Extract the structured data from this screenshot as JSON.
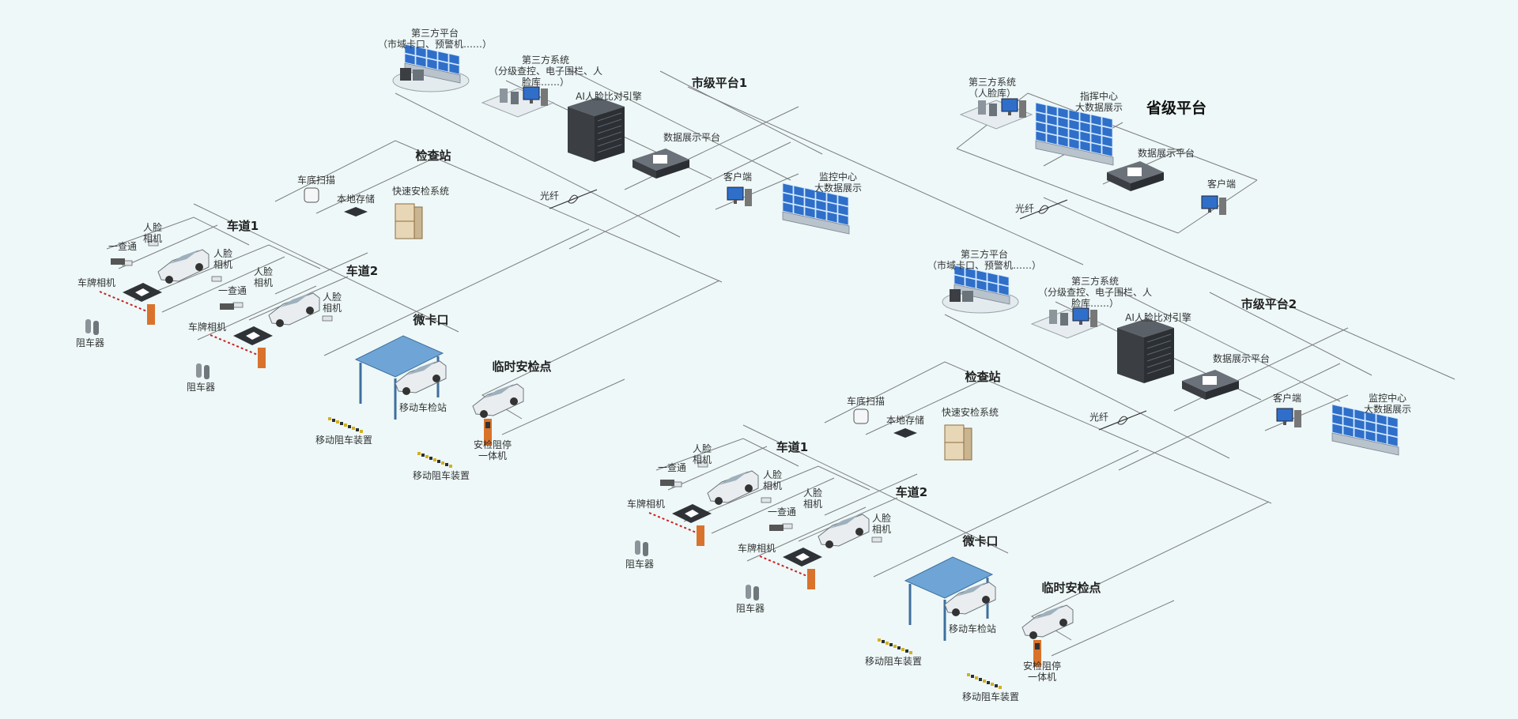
{
  "colors": {
    "background": "#eef8f8",
    "line": "#7d7d7d",
    "screen": "#2f6fc9",
    "server": "#3b3f44",
    "barrier": "#d9732b",
    "tent": "#6fa4d6"
  },
  "diagram": {
    "province": {
      "title": "省级平台",
      "third_party_system": [
        "第三方系统",
        "（人脸库）"
      ],
      "command_center": [
        "指挥中心",
        "大数据展示"
      ],
      "data_display": "数据展示平台",
      "client": "客户端",
      "fiber": "光纤"
    },
    "cities": [
      {
        "title": "市级平台1",
        "third_party_platform": [
          "第三方平台",
          "（市域卡口、预警机……）"
        ],
        "third_party_system": [
          "第三方系统",
          "（分级查控、电子围栏、人",
          "脸库……）"
        ],
        "ai_engine": "AI人脸比对引擎",
        "data_display": "数据展示平台",
        "client": "客户端",
        "monitor_center": [
          "监控中心",
          "大数据展示"
        ],
        "fiber": "光纤",
        "checkpoint": {
          "title": "检查站",
          "under_scan": "车底扫描",
          "local_storage": "本地存储",
          "security_system": "快速安检系统",
          "lane1": "车道1",
          "lane2": "车道2",
          "face_camera": [
            "人脸",
            "相机"
          ],
          "one_pass": "一查通",
          "plate_camera": "车牌相机",
          "blocker": "阻车器"
        },
        "micro": {
          "title": "微卡口",
          "mobile_station": "移动车检站",
          "mobile_blocker": "移动阻车装置"
        },
        "temp": {
          "title": "临时安检点",
          "all_in_one": [
            "安检阻停",
            "一体机"
          ],
          "mobile_blocker": "移动阻车装置"
        }
      },
      {
        "title": "市级平台2",
        "third_party_platform": [
          "第三方平台",
          "（市域卡口、预警机……）"
        ],
        "third_party_system": [
          "第三方系统",
          "（分级查控、电子围栏、人",
          "脸库……）"
        ],
        "ai_engine": "AI人脸比对引擎",
        "data_display": "数据展示平台",
        "client": "客户端",
        "monitor_center": [
          "监控中心",
          "大数据展示"
        ],
        "fiber": "光纤",
        "checkpoint": {
          "title": "检查站",
          "under_scan": "车底扫描",
          "local_storage": "本地存储",
          "security_system": "快速安检系统",
          "lane1": "车道1",
          "lane2": "车道2",
          "face_camera": [
            "人脸",
            "相机"
          ],
          "one_pass": "一查通",
          "plate_camera": "车牌相机",
          "blocker": "阻车器"
        },
        "micro": {
          "title": "微卡口",
          "mobile_station": "移动车检站",
          "mobile_blocker": "移动阻车装置"
        },
        "temp": {
          "title": "临时安检点",
          "all_in_one": [
            "安检阻停",
            "一体机"
          ],
          "mobile_blocker": "移动阻车装置"
        }
      }
    ]
  }
}
